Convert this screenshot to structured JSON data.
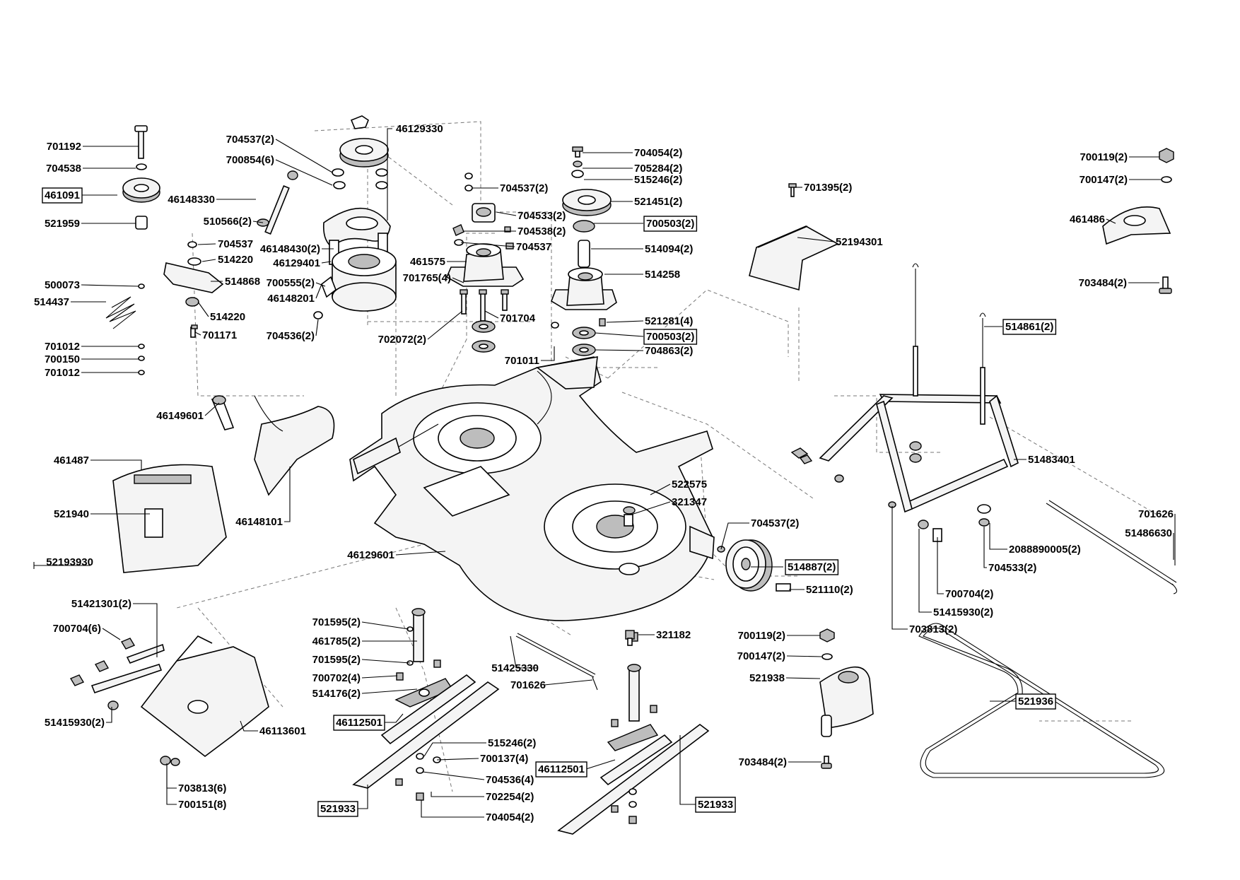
{
  "diagram": {
    "labels": [
      {
        "id": "l1",
        "text": "701192",
        "boxed": false
      },
      {
        "id": "l2",
        "text": "704538",
        "boxed": false
      },
      {
        "id": "l3",
        "text": "461091",
        "boxed": true
      },
      {
        "id": "l4",
        "text": "521959",
        "boxed": false
      },
      {
        "id": "l5",
        "text": "46148330",
        "boxed": false
      },
      {
        "id": "l6",
        "text": "704537(2)",
        "boxed": false
      },
      {
        "id": "l7",
        "text": "700854(6)",
        "boxed": false
      },
      {
        "id": "l8",
        "text": "510566(2)",
        "boxed": false
      },
      {
        "id": "l9",
        "text": "46129330",
        "boxed": false
      },
      {
        "id": "l10",
        "text": "704537",
        "boxed": false
      },
      {
        "id": "l11",
        "text": "514220",
        "boxed": false
      },
      {
        "id": "l12",
        "text": "514868",
        "boxed": false
      },
      {
        "id": "l13",
        "text": "500073",
        "boxed": false
      },
      {
        "id": "l14",
        "text": "514437",
        "boxed": false
      },
      {
        "id": "l15",
        "text": "514220",
        "boxed": false
      },
      {
        "id": "l16",
        "text": "701171",
        "boxed": false
      },
      {
        "id": "l17",
        "text": "46148430(2)",
        "boxed": false
      },
      {
        "id": "l18",
        "text": "46129401",
        "boxed": false
      },
      {
        "id": "l19",
        "text": "700555(2)",
        "boxed": false
      },
      {
        "id": "l20",
        "text": "46148201",
        "boxed": false
      },
      {
        "id": "l21",
        "text": "704536(2)",
        "boxed": false
      },
      {
        "id": "l22",
        "text": "701012",
        "boxed": false
      },
      {
        "id": "l23",
        "text": "700150",
        "boxed": false
      },
      {
        "id": "l24",
        "text": "701012",
        "boxed": false
      },
      {
        "id": "l25",
        "text": "704537(2)",
        "boxed": false
      },
      {
        "id": "l26",
        "text": "704533(2)",
        "boxed": false
      },
      {
        "id": "l27",
        "text": "704538(2)",
        "boxed": false
      },
      {
        "id": "l28",
        "text": "704537",
        "boxed": false
      },
      {
        "id": "l29",
        "text": "461575",
        "boxed": false
      },
      {
        "id": "l30",
        "text": "701765(4)",
        "boxed": false
      },
      {
        "id": "l31",
        "text": "701704",
        "boxed": false
      },
      {
        "id": "l32",
        "text": "702072(2)",
        "boxed": false
      },
      {
        "id": "l33",
        "text": "701011",
        "boxed": false
      },
      {
        "id": "l34",
        "text": "704054(2)",
        "boxed": false
      },
      {
        "id": "l35",
        "text": "705284(2)",
        "boxed": false
      },
      {
        "id": "l36",
        "text": "515246(2)",
        "boxed": false
      },
      {
        "id": "l37",
        "text": "521451(2)",
        "boxed": false
      },
      {
        "id": "l38",
        "text": "700503(2)",
        "boxed": true
      },
      {
        "id": "l39",
        "text": "514094(2)",
        "boxed": false
      },
      {
        "id": "l40",
        "text": "514258",
        "boxed": false
      },
      {
        "id": "l41",
        "text": "521281(4)",
        "boxed": false
      },
      {
        "id": "l42",
        "text": "700503(2)",
        "boxed": true
      },
      {
        "id": "l43",
        "text": "704863(2)",
        "boxed": false
      },
      {
        "id": "l44",
        "text": "701395(2)",
        "boxed": false
      },
      {
        "id": "l45",
        "text": "52194301",
        "boxed": false
      },
      {
        "id": "l46",
        "text": "700119(2)",
        "boxed": false
      },
      {
        "id": "l47",
        "text": "700147(2)",
        "boxed": false
      },
      {
        "id": "l48",
        "text": "461486",
        "boxed": false
      },
      {
        "id": "l49",
        "text": "703484(2)",
        "boxed": false
      },
      {
        "id": "l50",
        "text": "514861(2)",
        "boxed": true
      },
      {
        "id": "l51",
        "text": "51483401",
        "boxed": false
      },
      {
        "id": "l52",
        "text": "701626",
        "boxed": false
      },
      {
        "id": "l53",
        "text": "51486630",
        "boxed": false
      },
      {
        "id": "l54",
        "text": "2088890005(2)",
        "boxed": false
      },
      {
        "id": "l55",
        "text": "704533(2)",
        "boxed": false
      },
      {
        "id": "l56",
        "text": "700704(2)",
        "boxed": false
      },
      {
        "id": "l57",
        "text": "51415930(2)",
        "boxed": false
      },
      {
        "id": "l58",
        "text": "703813(2)",
        "boxed": false
      },
      {
        "id": "l59",
        "text": "46149601",
        "boxed": false
      },
      {
        "id": "l60",
        "text": "461487",
        "boxed": false
      },
      {
        "id": "l61",
        "text": "521940",
        "boxed": false
      },
      {
        "id": "l62",
        "text": "46148101",
        "boxed": false
      },
      {
        "id": "l63",
        "text": "52193930",
        "boxed": false
      },
      {
        "id": "l64",
        "text": "46129601",
        "boxed": false
      },
      {
        "id": "l65",
        "text": "522575",
        "boxed": false
      },
      {
        "id": "l66",
        "text": "321347",
        "boxed": false
      },
      {
        "id": "l67",
        "text": "704537(2)",
        "boxed": false
      },
      {
        "id": "l68",
        "text": "514887(2)",
        "boxed": true
      },
      {
        "id": "l69",
        "text": "521110(2)",
        "boxed": false
      },
      {
        "id": "l70",
        "text": "51421301(2)",
        "boxed": false
      },
      {
        "id": "l71",
        "text": "700704(6)",
        "boxed": false
      },
      {
        "id": "l72",
        "text": "51415930(2)",
        "boxed": false
      },
      {
        "id": "l73",
        "text": "46113601",
        "boxed": false
      },
      {
        "id": "l74",
        "text": "703813(6)",
        "boxed": false
      },
      {
        "id": "l75",
        "text": "700151(8)",
        "boxed": false
      },
      {
        "id": "l76",
        "text": "701595(2)",
        "boxed": false
      },
      {
        "id": "l77",
        "text": "461785(2)",
        "boxed": false
      },
      {
        "id": "l78",
        "text": "701595(2)",
        "boxed": false
      },
      {
        "id": "l79",
        "text": "700702(4)",
        "boxed": false
      },
      {
        "id": "l80",
        "text": "514176(2)",
        "boxed": false
      },
      {
        "id": "l81",
        "text": "46112501",
        "boxed": true
      },
      {
        "id": "l82",
        "text": "521933",
        "boxed": true
      },
      {
        "id": "l83",
        "text": "51425330",
        "boxed": false
      },
      {
        "id": "l84",
        "text": "701626",
        "boxed": false
      },
      {
        "id": "l85",
        "text": "515246(2)",
        "boxed": false
      },
      {
        "id": "l86",
        "text": "700137(4)",
        "boxed": false
      },
      {
        "id": "l87",
        "text": "704536(4)",
        "boxed": false
      },
      {
        "id": "l88",
        "text": "702254(2)",
        "boxed": false
      },
      {
        "id": "l89",
        "text": "704054(2)",
        "boxed": false
      },
      {
        "id": "l90",
        "text": "321182",
        "boxed": false
      },
      {
        "id": "l91",
        "text": "46112501",
        "boxed": true
      },
      {
        "id": "l92",
        "text": "521933",
        "boxed": true
      },
      {
        "id": "l93",
        "text": "700119(2)",
        "boxed": false
      },
      {
        "id": "l94",
        "text": "700147(2)",
        "boxed": false
      },
      {
        "id": "l95",
        "text": "521938",
        "boxed": false
      },
      {
        "id": "l96",
        "text": "703484(2)",
        "boxed": false
      },
      {
        "id": "l97",
        "text": "521936",
        "boxed": true
      }
    ]
  }
}
